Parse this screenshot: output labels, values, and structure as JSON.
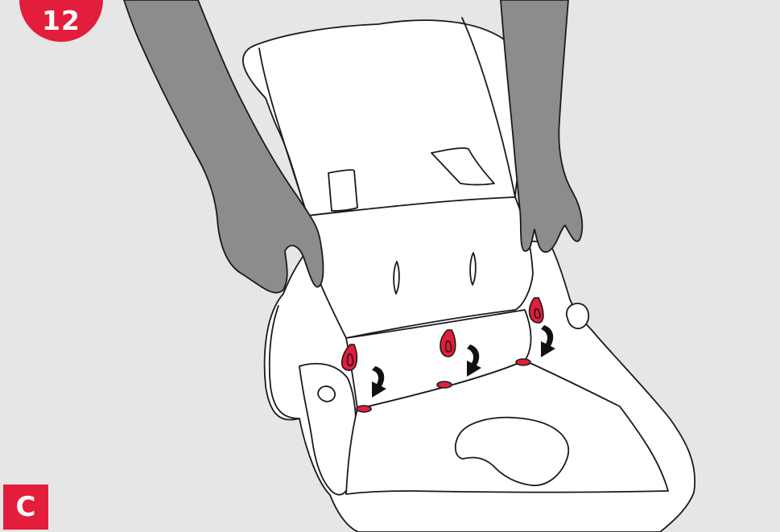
{
  "step": {
    "number": "12",
    "badge_color": "#e31d3c"
  },
  "panel": {
    "label": "C",
    "label_color": "#e31d3c"
  },
  "illustration": {
    "subject": "seat-cover-fitting",
    "colors": {
      "background": "#e6e6e6",
      "hands": "#8c8c8c",
      "fabric": "#ffffff",
      "outline": "#1a1a1a",
      "loops": "#e31d3c",
      "arrows": "#111111"
    },
    "icons": [
      "hands-icon",
      "seat-shell-icon",
      "backrest-cover-icon",
      "seat-cushion-icon",
      "strap-loop-icon",
      "curved-arrow-icon"
    ]
  }
}
